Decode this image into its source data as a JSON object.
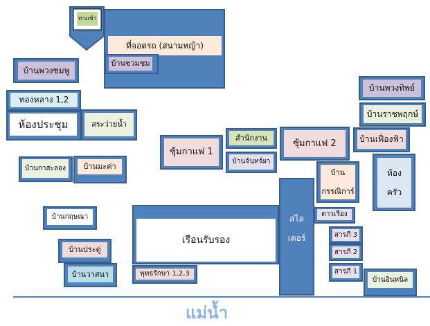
{
  "title": "แผนผังรีสอร์ท",
  "places": {
    "entrance": "ทางเข้า",
    "parking": "ที่จอดรถ (สนามหญ้า)",
    "ban_chuanchom": "บ้านชวมชม",
    "ban_puangchompoo": "บ้านพวงชมพู",
    "thonglang": "ทองหลาง 1,2",
    "meeting_room": "ห้องประชุม",
    "pool": "สระว่ายน้ำ",
    "ban_kasalong": "บ้านกาสะลอง",
    "ban_makha": "บ้านมะค่า",
    "coffee1": "ซุ้มกาแฟ 1",
    "office": "สำนักงาน",
    "ban_chanpha": "บ้านจันทร์ผา",
    "coffee2": "ซุ้มกาแฟ 2",
    "ban_puangthip": "บ้านพวงทิพย์",
    "ban_ratchaphruek": "บ้านราชพฤกษ์",
    "ban_feuangfa": "บ้านเฟื่องฟ้า",
    "kitchen_line1": "ห้อง",
    "kitchen_line2": "ครัว",
    "kannika_line1": "บ้าน",
    "kannika_line2": "กรรณิการ์",
    "slider_line1": "สไล",
    "slider_line2": "เดอร์",
    "ban_kritsana": "บ้านกฤษณา",
    "reception_house": "เรือนรับรอง",
    "ban_pradu": "บ้านประดู่",
    "ban_wasana": "บ้านวาสนา",
    "phuttharaksa": "พุทธรักษา 1,2,3",
    "daoreuang": "ดาวเรือง",
    "saraphi3": "สารภี 3",
    "saraphi2": "สารภี 2",
    "saraphi1": "สารภี 1",
    "ban_inthanin": "บ้านอินทนิล",
    "river": "แม่น้ำ"
  },
  "colors": {
    "frame": "#4f81bd",
    "edge": "#385d8a",
    "river_text": "#8db3e2"
  }
}
